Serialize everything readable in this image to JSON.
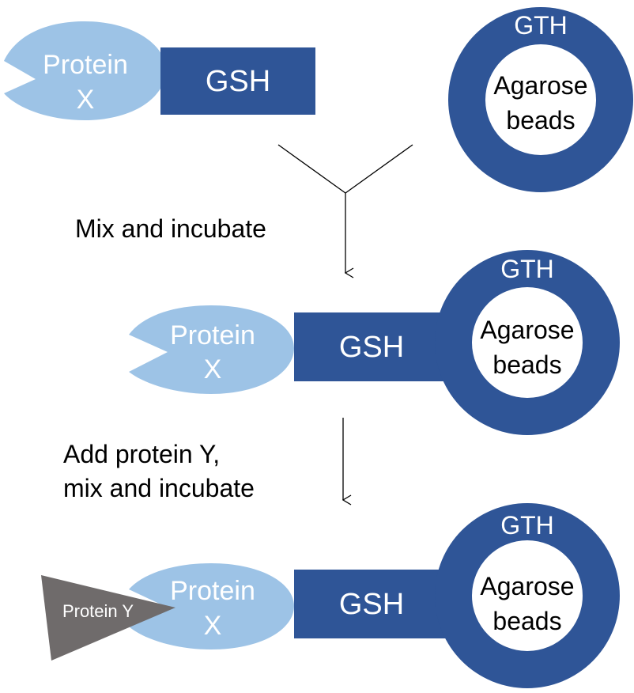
{
  "colors": {
    "protein_x": "#9dc3e6",
    "gsh": "#2f5597",
    "ring": "#2f5597",
    "bead_fill": "#ffffff",
    "protein_y": "#6f6b6b",
    "arrow": "#000000",
    "light_text": "#ffffff",
    "dark_text": "#000000"
  },
  "labels": {
    "protein_x": [
      "Protein",
      "X"
    ],
    "gsh": "GSH",
    "gth": "GTH",
    "agarose": [
      "Agarose",
      "beads"
    ],
    "protein_y": "Protein Y",
    "step1": "Mix and incubate",
    "step2": [
      "Add protein Y,",
      "mix and incubate"
    ]
  },
  "stages": [
    {
      "name": "separate",
      "shows_protein_y": false
    },
    {
      "name": "bound",
      "shows_protein_y": false
    },
    {
      "name": "complex",
      "shows_protein_y": true
    }
  ]
}
